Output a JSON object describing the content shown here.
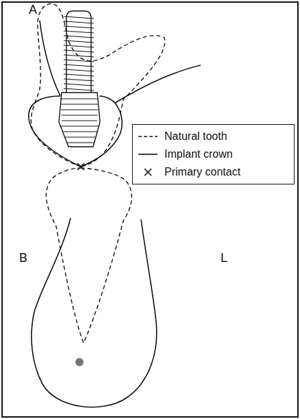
{
  "diagram": {
    "labels": [
      "A",
      "B",
      "L"
    ],
    "legend": [
      {
        "text": "Natural tooth"
      },
      {
        "text": "Implant crown"
      },
      {
        "text": "Primary contact"
      }
    ]
  }
}
